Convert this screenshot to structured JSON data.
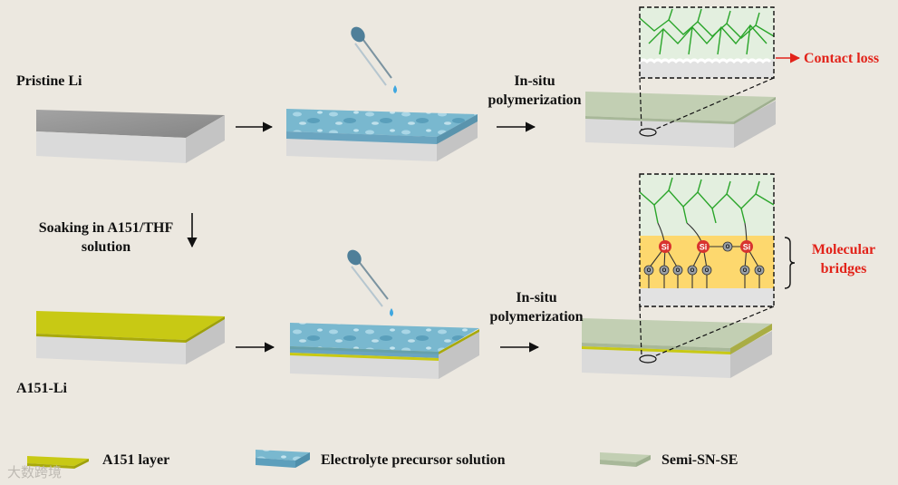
{
  "labels": {
    "pristine_li": "Pristine Li",
    "soaking": "Soaking in A151/THF\nsolution",
    "a151_li": "A151-Li",
    "insitu_top": "In-situ\npolymerization",
    "insitu_bottom": "In-situ\npolymerization",
    "contact_loss": "Contact loss",
    "molecular_bridges": "Molecular\nbridges",
    "si": "Si",
    "o": "O"
  },
  "legend": [
    {
      "label": "A151 layer",
      "icon": "a151-layer-swatch"
    },
    {
      "label": "Electrolyte precursor solution",
      "icon": "electrolyte-swatch"
    },
    {
      "label": "Semi-SN-SE",
      "icon": "semi-sn-se-swatch"
    }
  ],
  "watermark": "大数跨境",
  "colors": {
    "background": "#ece8e0",
    "li_top": "#8f8f8f",
    "li_side": "#d9d9d9",
    "a151": "#c8c914",
    "electrolyte": "#6fb1c9",
    "semi_sn_se": "#c2cfb3",
    "polymer": "#2aa52a",
    "bridge_layer": "#fdd86e",
    "accent_red": "#e2231a"
  }
}
